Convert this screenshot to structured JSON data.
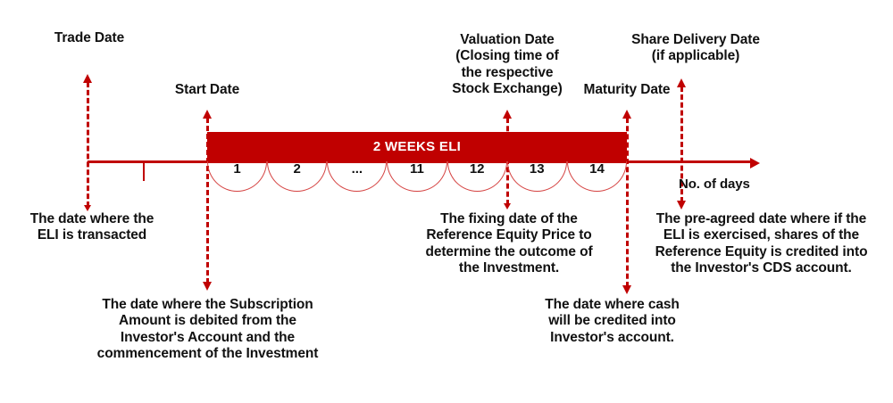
{
  "diagram": {
    "title": "2 Weeks ELI product lifecycle timeline",
    "accent_color": "#c00000",
    "arc_color": "#d4403f",
    "text_color": "#111111",
    "axis": {
      "label": "No. of days"
    },
    "bar": {
      "label": "2 WEEKS ELI"
    },
    "days": [
      {
        "label": "1"
      },
      {
        "label": "2"
      },
      {
        "label": "..."
      },
      {
        "label": "11"
      },
      {
        "label": "12"
      },
      {
        "label": "13"
      },
      {
        "label": "14"
      }
    ],
    "milestones": {
      "trade_date": {
        "label": "Trade Date",
        "description": "The date where the\nELI is transacted"
      },
      "start_date": {
        "label": "Start Date",
        "description": "The date where the Subscription\nAmount is debited from the\nInvestor's Account and the\ncommencement of the Investment"
      },
      "valuation_date": {
        "label": "Valuation Date\n(Closing time of\nthe respective\nStock Exchange)",
        "description": "The fixing date of the\nReference Equity Price to\ndetermine the outcome of\nthe Investment."
      },
      "maturity_date": {
        "label": "Maturity Date",
        "description": "The date where cash\nwill be credited into\nInvestor's account."
      },
      "share_delivery_date": {
        "label": "Share Delivery Date\n(if applicable)",
        "description": "The pre-agreed date where if the\nELI is exercised, shares of the\nReference Equity is credited into\nthe Investor's CDS account."
      }
    }
  }
}
